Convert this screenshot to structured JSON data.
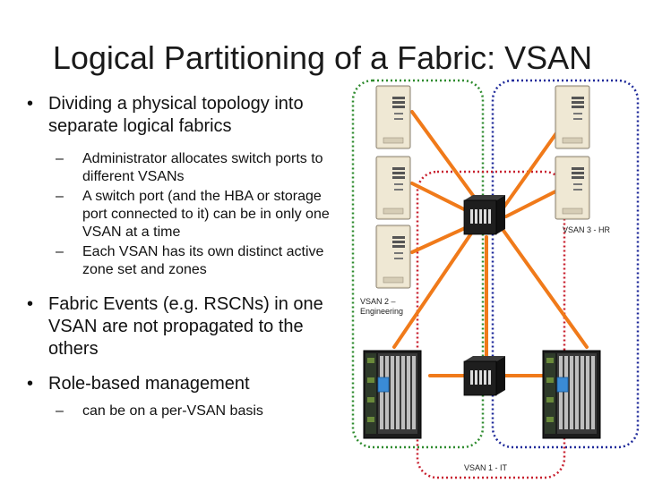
{
  "slide": {
    "title": "Logical Partitioning of a Fabric: VSAN",
    "bullets": [
      {
        "text": "Dividing a physical topology into separate logical fabrics",
        "sub": [
          "Administrator allocates switch ports to different VSANs",
          "A switch port (and the HBA or storage port connected to it) can be in only one VSAN at a time",
          "Each VSAN has its own distinct active zone set and zones"
        ]
      },
      {
        "text": "Fabric Events (e.g. RSCNs) in one VSAN are not propagated to the others",
        "sub": []
      },
      {
        "text": "Role-based management",
        "sub": [
          "can be on a per-VSAN basis"
        ]
      }
    ]
  },
  "diagram": {
    "labels": {
      "vsan3": "VSAN 3 - HR",
      "vsan2": "VSAN 2 – Engineering",
      "vsan1": "VSAN 1 - IT"
    },
    "colors": {
      "vsan2_border": "#2e8b2e",
      "vsan3_border": "#1f2a9a",
      "vsan1_border": "#c8202f",
      "links": "#f07a1a"
    },
    "icons": [
      "server-icon",
      "switch-icon",
      "storage-array-icon"
    ]
  }
}
